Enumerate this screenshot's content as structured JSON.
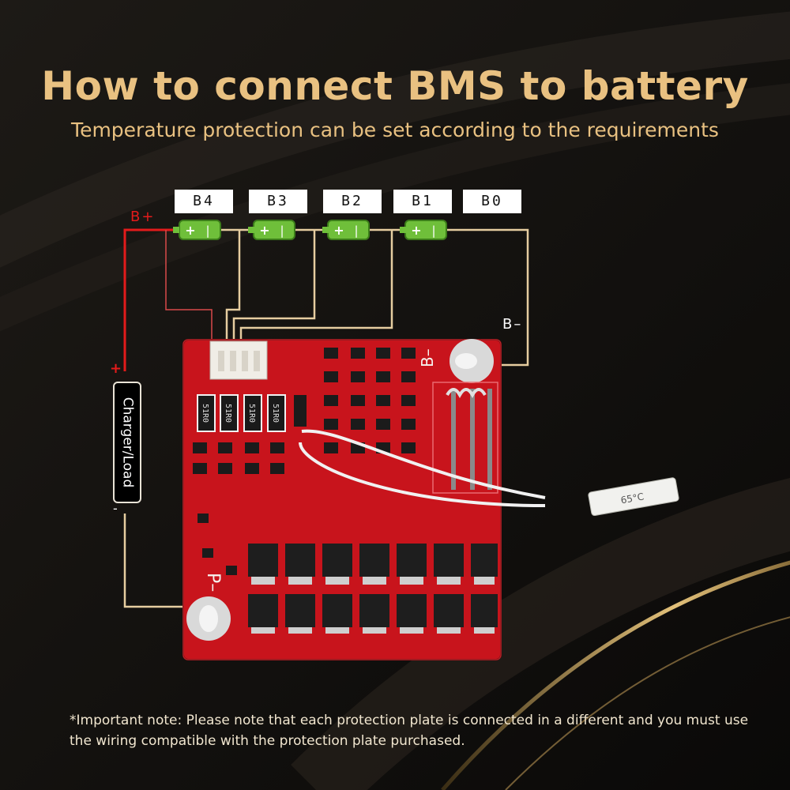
{
  "title": "How to connect BMS to battery",
  "subtitle": "Temperature protection can be set according to the requirements",
  "cell_labels": [
    "B4",
    "B3",
    "B2",
    "B1",
    "B0"
  ],
  "battery_cell_symbol": [
    "+",
    "|"
  ],
  "b_plus_label": "B+",
  "b_minus_label": "B–",
  "charger_label": "Charger/Load",
  "charger_plus": "+",
  "charger_minus": "-",
  "board": {
    "b_minus_text": "B–",
    "p_minus_text": "P–",
    "resistor_code": "51R0",
    "sensor_text": "65°C"
  },
  "note": "*Important note: Please note that each protection plate is connected in a different and you must use the wiring compatible with the protection plate purchased.",
  "colors": {
    "accent": "#e9c181",
    "wire_red": "#e31b1b",
    "wire_gold": "#e6cda0",
    "pcb_red": "#c8141c",
    "cell_green": "#6fbf3a"
  }
}
